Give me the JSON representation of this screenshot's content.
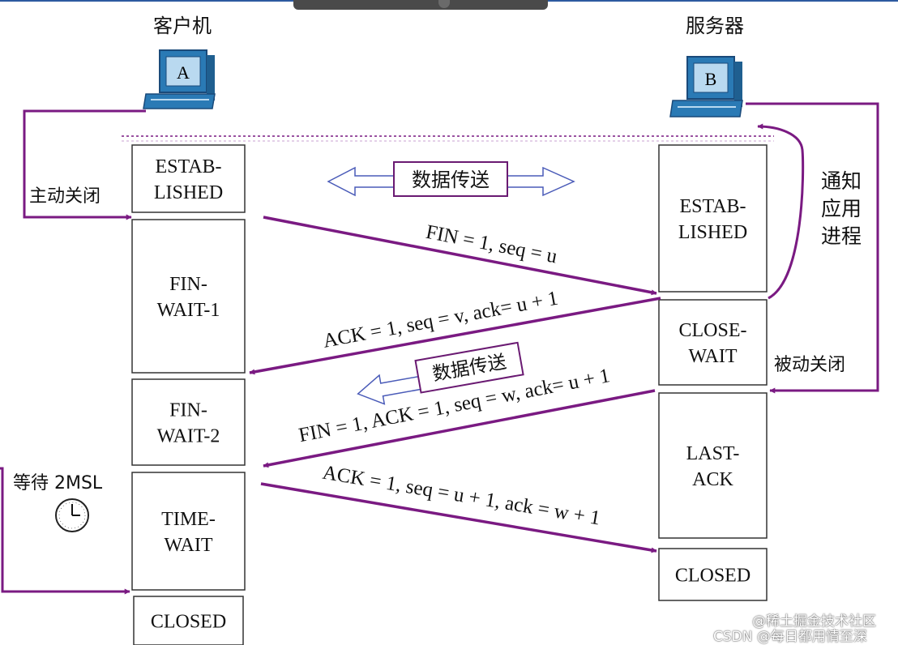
{
  "client": {
    "title": "客户机",
    "label": "A"
  },
  "server": {
    "title": "服务器",
    "label": "B"
  },
  "client_states": [
    "ESTAB-\nLISHED",
    "FIN-\nWAIT-1",
    "FIN-\nWAIT-2",
    "TIME-\nWAIT",
    "CLOSED"
  ],
  "server_states": [
    "ESTAB-\nLISHED",
    "CLOSE-\nWAIT",
    "LAST-\nACK",
    "CLOSED"
  ],
  "segments": [
    "FIN = 1, seq = u",
    "ACK = 1, seq = v, ack= u + 1",
    "FIN = 1, ACK = 1, seq = w, ack= u + 1",
    "ACK = 1, seq = u + 1, ack = w + 1"
  ],
  "data_transfer_label": "数据传送",
  "active_close_label": "主动关闭",
  "passive_close_label": "被动关闭",
  "notify_app_label": "通知\n应用\n进程",
  "wait_label": "等待 2MSL",
  "watermark": {
    "line1": "@稀土掘金技术社区",
    "line2": "CSDN @每日都用情至深"
  },
  "colors": {
    "arrow": "#7a1a82",
    "hollow_arrow": "#4a5bb8",
    "box_border": "#333333"
  }
}
